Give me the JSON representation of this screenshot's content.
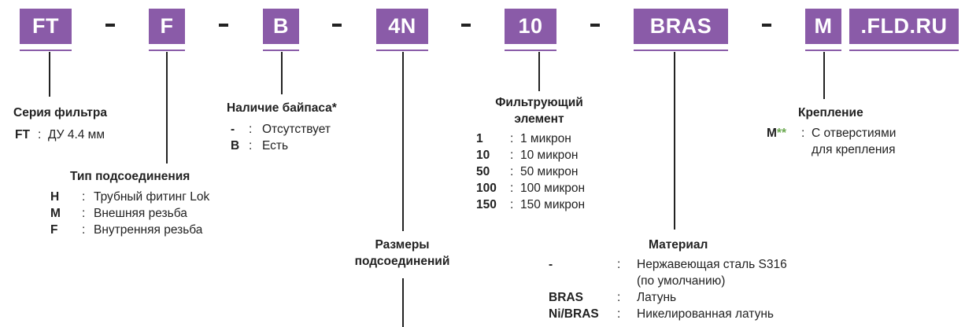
{
  "codes": {
    "series": "FT",
    "connection_type": "F",
    "bypass": "B",
    "size": "4N",
    "element": "10",
    "material": "BRAS",
    "mounting": "M",
    "suffix": ".FLD.RU"
  },
  "separator": "-",
  "series": {
    "title": "Серия фильтра",
    "rows": [
      {
        "code": "FT",
        "sep": ":",
        "text": "ДУ 4.4 мм"
      }
    ]
  },
  "connection_type": {
    "title": "Тип подсоединения",
    "rows": [
      {
        "code": "H",
        "sep": ":",
        "text": "Трубный фитинг Lok"
      },
      {
        "code": "M",
        "sep": ":",
        "text": "Внешняя резьба"
      },
      {
        "code": "F",
        "sep": ":",
        "text": "Внутренняя резьба"
      }
    ]
  },
  "bypass": {
    "title": "Наличие байпаса*",
    "rows": [
      {
        "code": "-",
        "sep": ":",
        "text": "Отсутствует"
      },
      {
        "code": "B",
        "sep": ":",
        "text": "Есть"
      }
    ]
  },
  "size": {
    "title_line1": "Размеры",
    "title_line2": "подсоединений"
  },
  "element": {
    "title_line1": "Фильтрующий",
    "title_line2": "элемент",
    "rows": [
      {
        "code": "1",
        "sep": ":",
        "text": "1 микрон"
      },
      {
        "code": "10",
        "sep": ":",
        "text": "10 микрон"
      },
      {
        "code": "50",
        "sep": ":",
        "text": "50 микрон"
      },
      {
        "code": "100",
        "sep": ":",
        "text": "100 микрон"
      },
      {
        "code": "150",
        "sep": ":",
        "text": "150 микрон"
      }
    ]
  },
  "material": {
    "title": "Материал",
    "rows": [
      {
        "code": "-",
        "sep": ":",
        "text": "Нержавеющая сталь S316",
        "text2": "(по умолчанию)"
      },
      {
        "code": "BRAS",
        "sep": ":",
        "text": "Латунь"
      },
      {
        "code": "Ni/BRAS",
        "sep": ":",
        "text": "Никелированная латунь"
      }
    ]
  },
  "mounting": {
    "title": "Крепление",
    "rows": [
      {
        "code": "M",
        "marker": "**",
        "sep": ":",
        "text": "С отверстиями",
        "text2": "для крепления"
      }
    ]
  },
  "colors": {
    "accent": "#8a5ba8",
    "marker": "#6aa84f",
    "text": "#222222"
  }
}
